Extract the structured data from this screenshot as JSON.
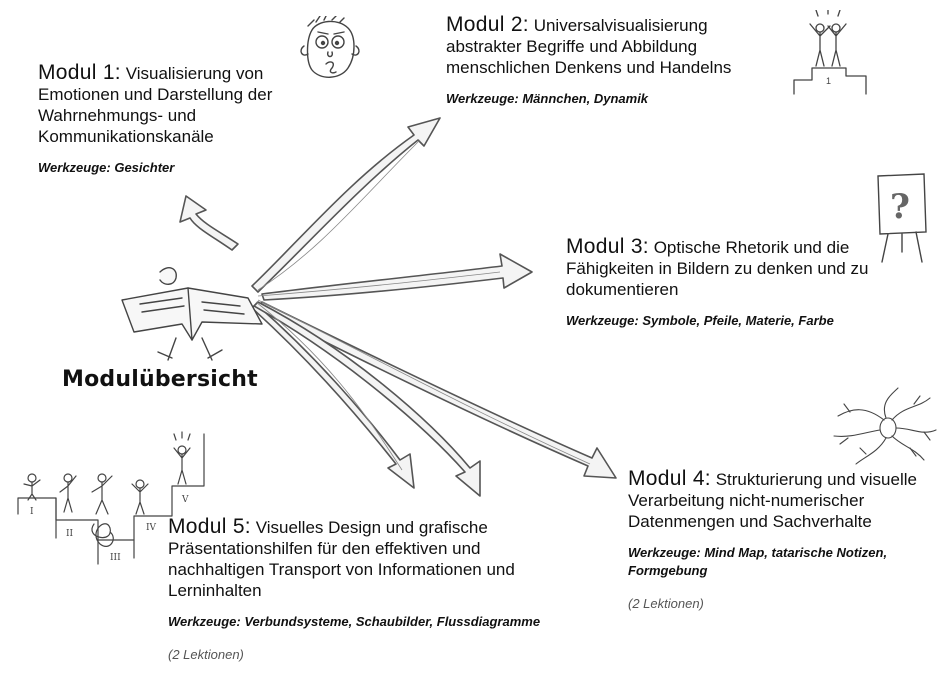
{
  "main_title": "Modulübersicht",
  "modules": [
    {
      "label": "Modul 1:",
      "title": "Visualisierung von Emotionen und Darstellung der Wahrnehmungs- und Kommunikationskanäle",
      "tools": "Werkzeuge: Gesichter",
      "lessons": ""
    },
    {
      "label": "Modul 2:",
      "title": "Universalvisualisierung abstrakter Begriffe und Abbildung menschlichen Denkens und Handelns",
      "tools": "Werkzeuge: Männchen, Dynamik",
      "lessons": ""
    },
    {
      "label": "Modul 3:",
      "title": "Optische Rhetorik und die Fähigkeiten in Bildern zu denken und zu dokumentieren",
      "tools": "Werkzeuge: Symbole, Pfeile, Materie, Farbe",
      "lessons": ""
    },
    {
      "label": "Modul 4:",
      "title": "Strukturierung und visuelle Verarbeitung nicht-numerischer Datenmengen und Sachverhalte",
      "tools": "Werkzeuge: Mind Map, tatarische Notizen, Formgebung",
      "lessons": "(2 Lektionen)"
    },
    {
      "label": "Modul 5:",
      "title": "Visuelles Design und grafische Präsentationshilfen für den effektiven und nachhaltigen  Transport von Informationen und Lerninhalten",
      "tools": "Werkzeuge: Verbundsysteme, Schaubilder, Flussdiagramme",
      "lessons": "(2 Lektionen)"
    }
  ],
  "sketch_labels": {
    "podium_number": "1",
    "question_mark": "?",
    "steps": [
      "I",
      "II",
      "III",
      "IV",
      "V"
    ]
  },
  "colors": {
    "text": "#111111",
    "arrow_fill": "#f4f4f4",
    "arrow_stroke": "#555555",
    "sketch": "#444444"
  },
  "icons": [
    "face-icon",
    "podium-icon",
    "flipchart-icon",
    "mindmap-icon",
    "steps-icon",
    "book-figure-icon"
  ]
}
